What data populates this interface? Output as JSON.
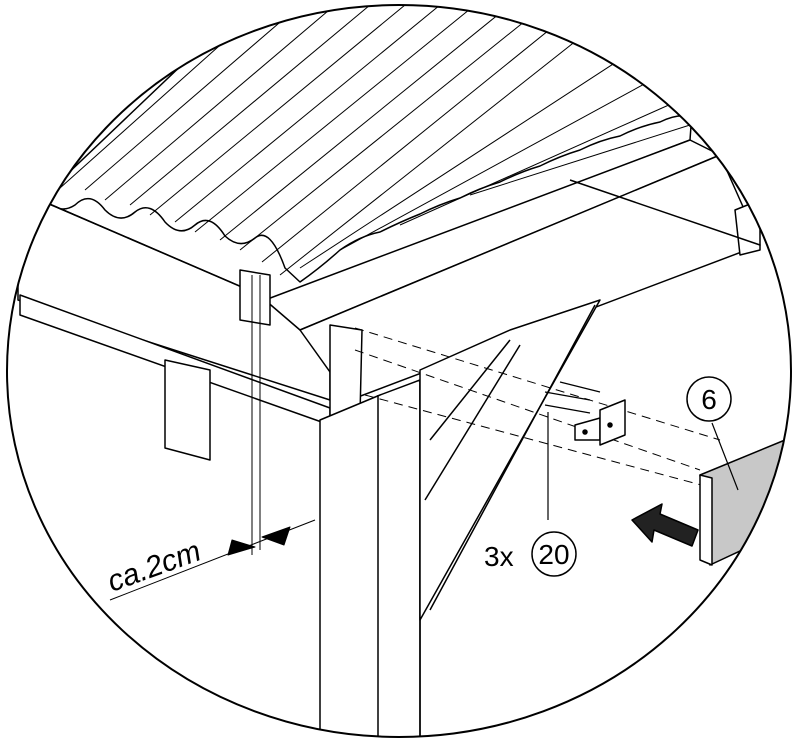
{
  "labels": {
    "dimension": "ca.2cm",
    "quantity_prefix": "3x",
    "part_screw": "20",
    "part_board": "6"
  },
  "colors": {
    "line": "#000000",
    "paper": "#ffffff",
    "board_shade": "#c8c8c8",
    "arrow_shade": "#222222"
  }
}
